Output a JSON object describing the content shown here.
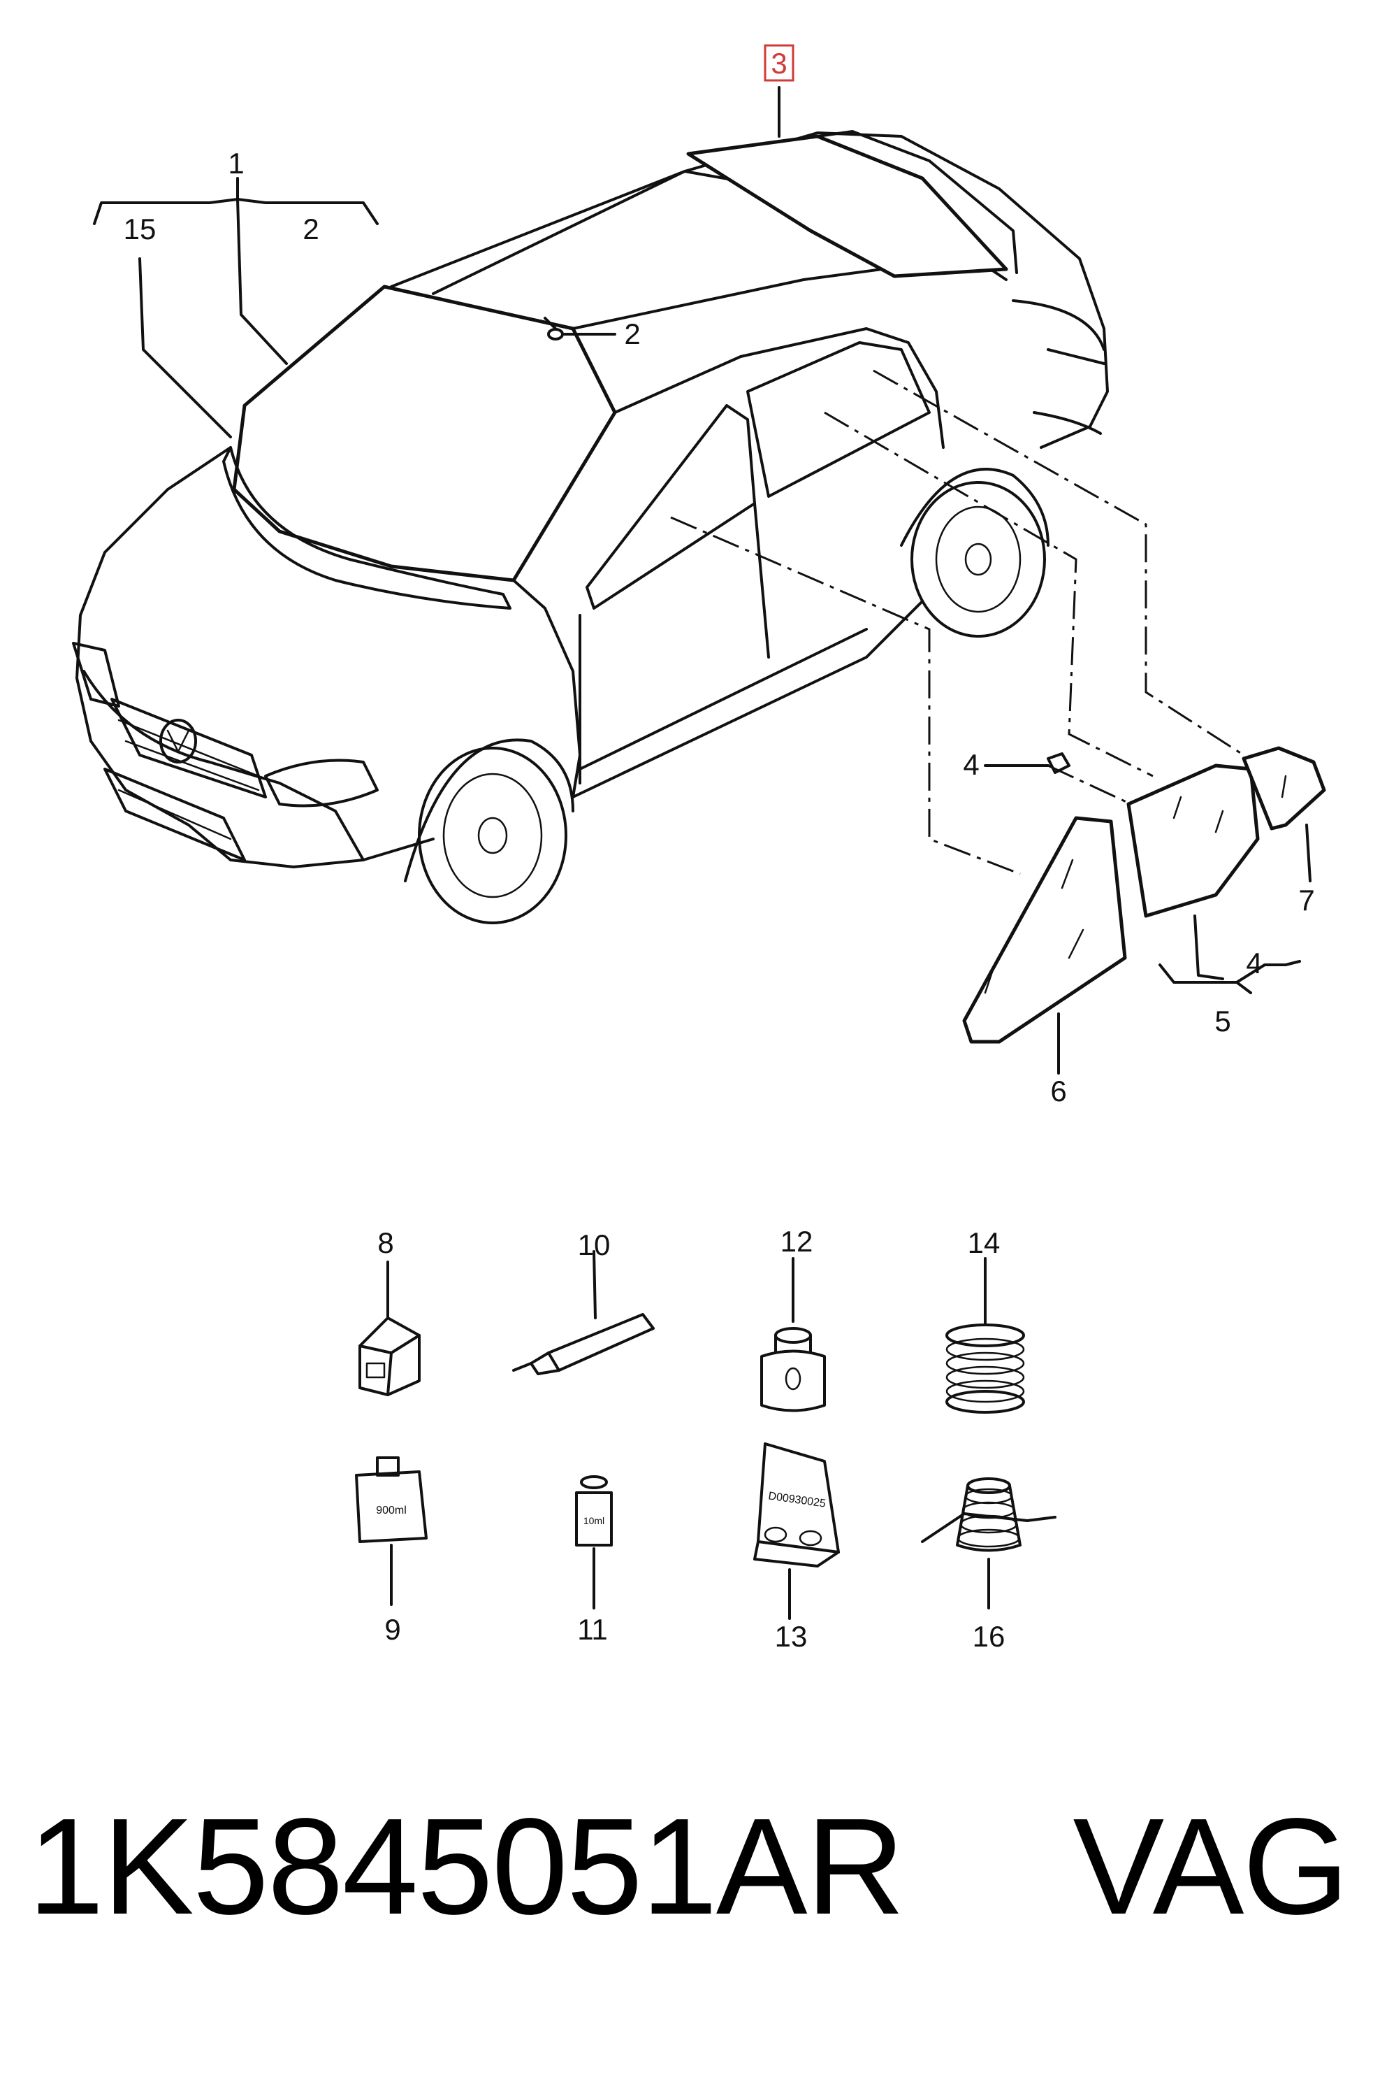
{
  "callouts": {
    "c1": "1",
    "c2_top": "2",
    "c15": "15",
    "c3": "3",
    "c2_roof": "2",
    "c4_top": "4",
    "c4_bottom": "4",
    "c5": "5",
    "c6": "6",
    "c7": "7",
    "c8": "8",
    "c9": "9",
    "c10": "10",
    "c11": "11",
    "c12": "12",
    "c13": "13",
    "c14": "14",
    "c16": "16"
  },
  "product_labels": {
    "bottle_9": "900ml",
    "bottle_11": "10ml",
    "pouch_13": "D00930025"
  },
  "footer": {
    "part_number": "1K5845051AR",
    "brand": "VAG"
  },
  "highlight_color": "#d23a3a"
}
